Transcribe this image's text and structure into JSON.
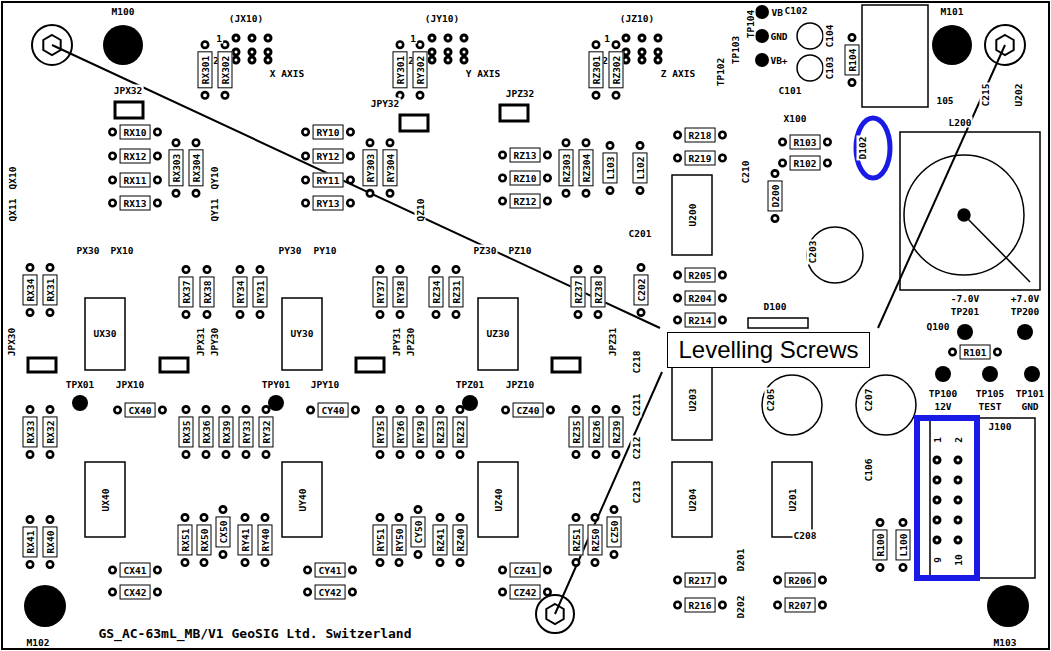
{
  "diagram": {
    "nodes": [
      {
        "text": [
          "Levelling Screws"
        ]
      }
    ],
    "labels": [
      "M100",
      "M101",
      "M102",
      "M103",
      "(JX10)",
      "(JY10)",
      "(JZ10)",
      "1",
      "2",
      "1",
      "2",
      "1",
      "2",
      "X AXIS",
      "Y AXIS",
      "Z AXIS",
      "RX301",
      "RX302",
      "RY301",
      "RY302",
      "RZ301",
      "RZ302",
      "TP102",
      "TP103",
      "TP104",
      "VB-",
      "GND",
      "VB+",
      "C102",
      "C104",
      "C103",
      "C101",
      "R104",
      "U202",
      "C215",
      "D102",
      "105",
      "JPX32",
      "JPY32",
      "JPZ32",
      "RX10",
      "RX12",
      "RX11",
      "RX13",
      "RX303",
      "RX304",
      "RY10",
      "RY12",
      "RY11",
      "RY13",
      "RY303",
      "RY304",
      "RZ13",
      "RZ10",
      "RZ12",
      "RZ303",
      "RZ304",
      "L103",
      "L102",
      "QX10",
      "QX11",
      "QY10",
      "QY11",
      "QZ10",
      "R218",
      "R219",
      "X100",
      "R103",
      "R102",
      "U200",
      "C210",
      "D200",
      "C203",
      "L200",
      "C201",
      "C202",
      "R205",
      "R204",
      "R214",
      "D100",
      "Q100",
      "-7.0V",
      "TP201",
      "+7.0V",
      "TP200",
      "R101",
      "TP100",
      "12V",
      "TP105",
      "TEST",
      "TP101",
      "GND",
      "J100",
      "1",
      "2",
      "9",
      "10",
      "RX34",
      "RX31",
      "PX30",
      "PX10",
      "RX37",
      "RX38",
      "RY34",
      "RY31",
      "PY30",
      "PY10",
      "RY37",
      "RY38",
      "RZ34",
      "RZ31",
      "PZ30",
      "PZ10",
      "RZ37",
      "RZ38",
      "UX30",
      "UY30",
      "UZ30",
      "JPX30",
      "JPX31",
      "JPY30",
      "JPY31",
      "JPZ30",
      "JPZ31",
      "TPX01",
      "JPX10",
      "TPY01",
      "JPY10",
      "TPZ01",
      "JPZ10",
      "RX33",
      "RX32",
      "RX35",
      "RX36",
      "RX39",
      "RY33",
      "RY32",
      "RY35",
      "RY36",
      "RY39",
      "RZ33",
      "RZ32",
      "RZ35",
      "RZ36",
      "RZ39",
      "CX40",
      "CY40",
      "CZ40",
      "UX40",
      "UY40",
      "UZ40",
      "RX41",
      "RX40",
      "RX51",
      "RX50",
      "CX50",
      "RY41",
      "RY40",
      "RY51",
      "RY50",
      "CY50",
      "RZ41",
      "RZ40",
      "RZ51",
      "RZ50",
      "CZ50",
      "CX41",
      "CX42",
      "CY41",
      "CY42",
      "CZ41",
      "CZ42",
      "C218",
      "C211",
      "C212",
      "C213",
      "U203",
      "C205",
      "C207",
      "C106",
      "U204",
      "U201",
      "R100",
      "L100",
      "D201",
      "D202",
      "C208",
      "R217",
      "R216",
      "R206",
      "R207",
      "GS_AC-63mL_MB/V1 GeoSIG Ltd. Switzerland"
    ]
  }
}
